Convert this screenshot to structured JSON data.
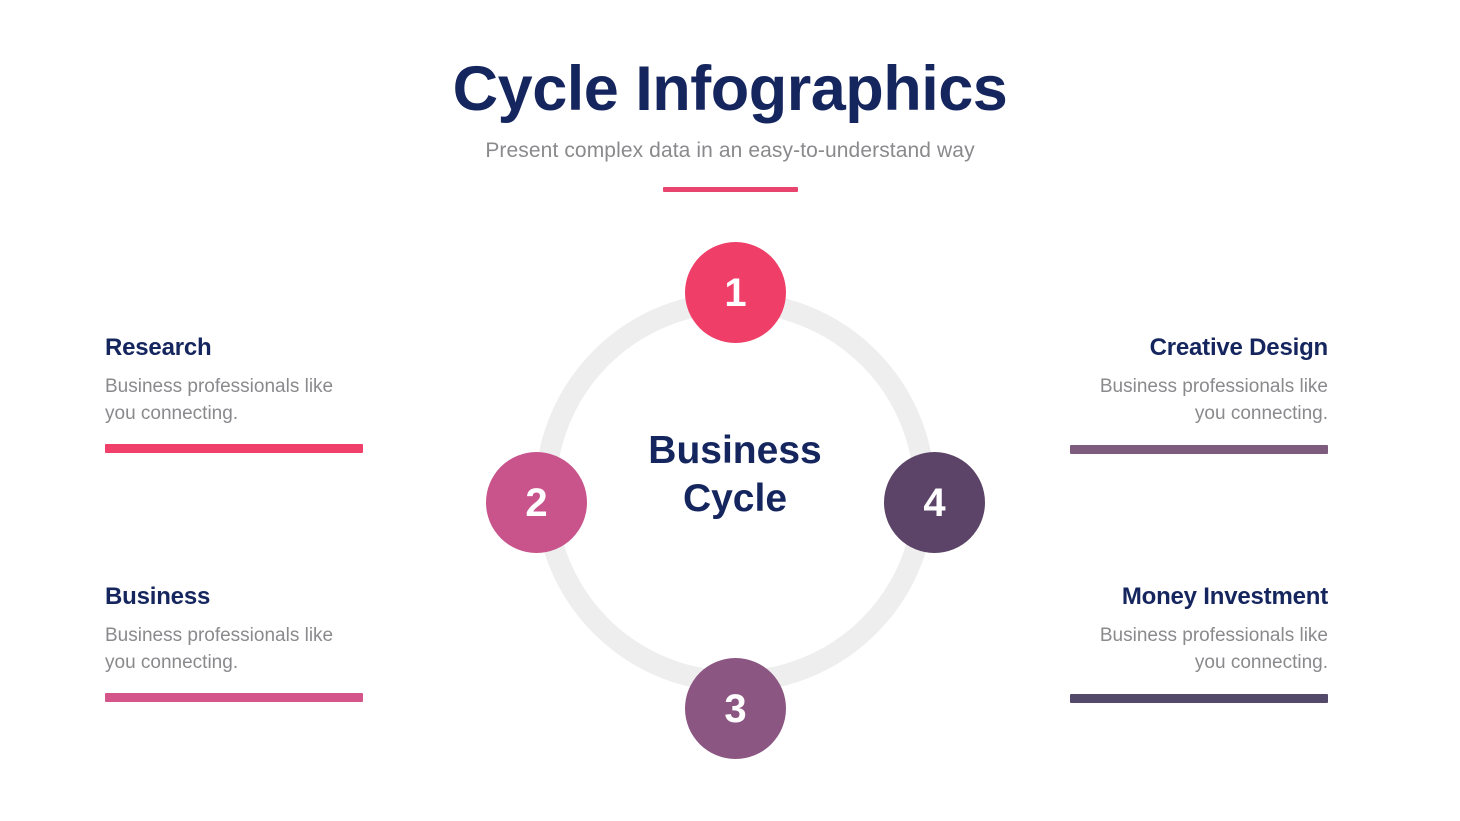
{
  "header": {
    "title": "Cycle Infographics",
    "subtitle": "Present complex data in an easy-to-understand way",
    "divider_color": "#e8446e"
  },
  "cycle": {
    "center_line_1": "Business",
    "center_line_2": "Cycle",
    "ring_color": "#eeeeee",
    "nodes": [
      {
        "number": "1",
        "position": "top",
        "color": "#ef3f68"
      },
      {
        "number": "2",
        "position": "left",
        "color": "#c8548b"
      },
      {
        "number": "3",
        "position": "bottom",
        "color": "#8c5682"
      },
      {
        "number": "4",
        "position": "right",
        "color": "#5c4468"
      }
    ]
  },
  "blocks": {
    "research": {
      "title": "Research",
      "description": "Business professionals like you connecting.",
      "bar_color": "#f0406a"
    },
    "business": {
      "title": "Business",
      "description": "Business professionals like you connecting.",
      "bar_color": "#d4558a"
    },
    "creative_design": {
      "title": "Creative Design",
      "description": "Business professionals like you connecting.",
      "bar_color": "#7d5c7e"
    },
    "money_investment": {
      "title": "Money Investment",
      "description": "Business professionals like you connecting.",
      "bar_color": "#534a6b"
    }
  },
  "palette": {
    "navy": "#15255e",
    "gray_text": "#8a8a8d",
    "background": "#ffffff"
  }
}
